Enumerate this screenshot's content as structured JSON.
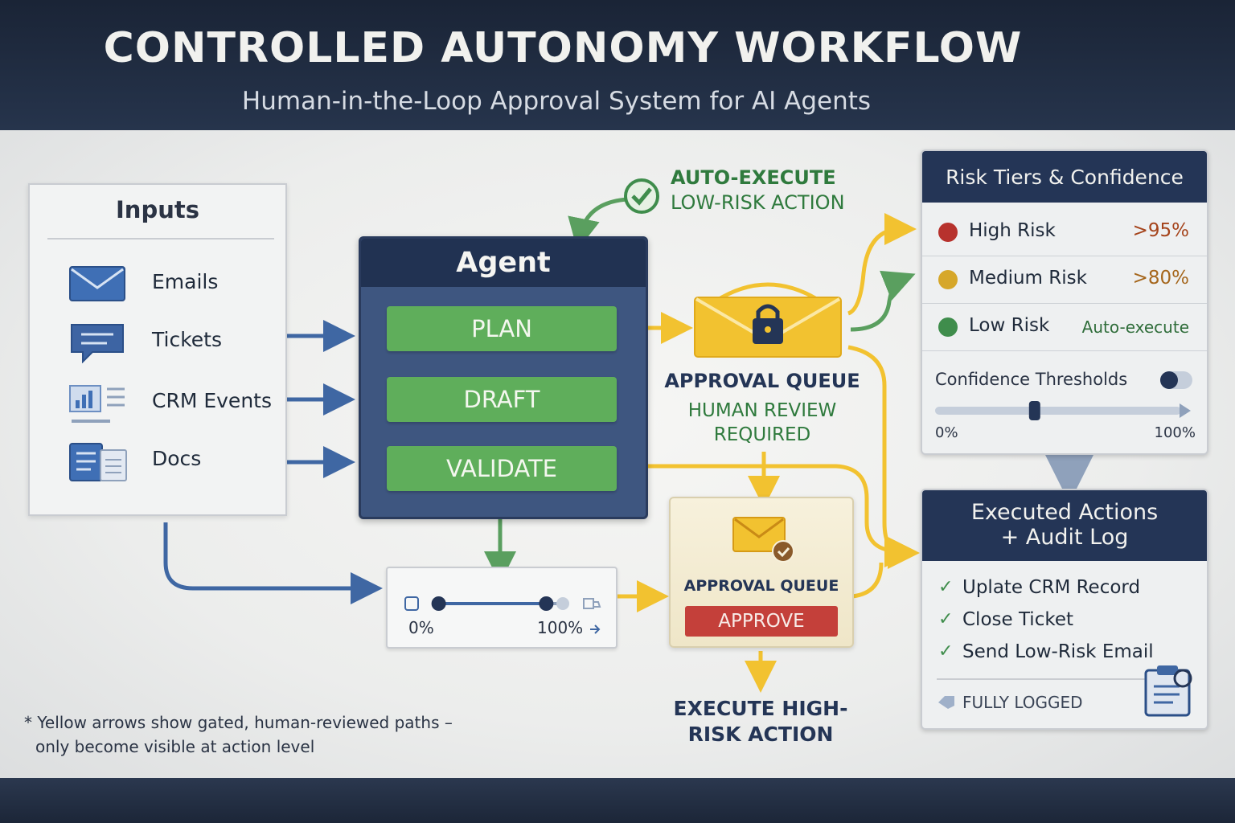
{
  "header": {
    "title": "CONTROLLED AUTONOMY WORKFLOW",
    "subtitle": "Human-in-the-Loop Approval System for AI Agents"
  },
  "inputs": {
    "title": "Inputs",
    "items": [
      {
        "label": "Emails",
        "icon": "envelope-icon"
      },
      {
        "label": "Tickets",
        "icon": "chat-ticket-icon"
      },
      {
        "label": "CRM Events",
        "icon": "bar-chart-icon"
      },
      {
        "label": "Docs",
        "icon": "document-icon"
      }
    ]
  },
  "agent": {
    "title": "Agent",
    "steps": [
      "PLAN",
      "DRAFT",
      "VALIDATE"
    ]
  },
  "auto_execute": {
    "line1": "AUTO-EXECUTE",
    "line2": "LOW-RISK ACTION"
  },
  "approval_queue": {
    "title": "APPROVAL QUEUE",
    "sub1": "HUMAN REVIEW",
    "sub2": "REQUIRED"
  },
  "approval_card": {
    "title": "APPROVAL QUEUE",
    "button": "APPROVE"
  },
  "execute_high": {
    "line1": "EXECUTE HIGH-",
    "line2": "RISK ACTION"
  },
  "slider_widget": {
    "min_label": "0%",
    "max_label": "100%",
    "low": 0.05,
    "high": 0.93
  },
  "risk_panel": {
    "title": "Risk Tiers & Confidence",
    "rows": [
      {
        "name": "High Risk",
        "value": ">95%",
        "color": "#b7322d",
        "value_color": "#a5441c"
      },
      {
        "name": "Medium Risk",
        "value": ">80%",
        "color": "#d6a72a",
        "value_color": "#a5661c"
      },
      {
        "name": "Low Risk",
        "value": "Auto-execute",
        "color": "#3f8d4c",
        "value_color": "#2f6d3a"
      }
    ],
    "thresholds_label": "Confidence Thresholds",
    "slider_min": "0%",
    "slider_max": "100%",
    "slider_value": 0.4
  },
  "executed_panel": {
    "title_line1": "Executed Actions",
    "title_line2": "+ Audit Log",
    "items": [
      "Uplate CRM Record",
      "Close Ticket",
      "Send Low-Risk Email"
    ],
    "footer": "FULLY LOGGED"
  },
  "note": {
    "line1": "* Yellow arrows show gated, human-reviewed paths –",
    "line2": "only become visible at action level"
  },
  "colors": {
    "blue_arrow": "#3f67a3",
    "yellow_arrow": "#f2c230",
    "green_arrow": "#5a9f5f",
    "navy": "#243556"
  }
}
